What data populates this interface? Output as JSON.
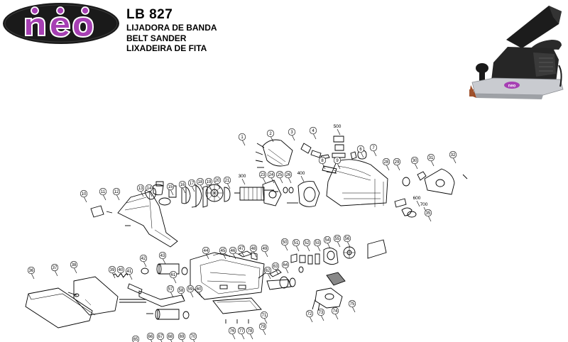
{
  "brand": {
    "logo_text": "neo",
    "colors": {
      "oval": "#1a1a1a",
      "letters": "#a63fb3",
      "outline": "#ffffff"
    }
  },
  "header": {
    "model": "LB 827",
    "title_es": "LIJADORA DE BANDA",
    "title_en": "BELT SANDER",
    "title_pt": "LIXADEIRA DE FITA"
  },
  "photo": {
    "icon": "belt-sander-photo",
    "badge_text": "neo"
  },
  "diagram": {
    "callouts": [
      "1",
      "2",
      "3",
      "4",
      "500",
      "6",
      "7",
      "8",
      "9",
      "10",
      "11",
      "12",
      "13",
      "14",
      "15",
      "16",
      "17",
      "18",
      "19",
      "20",
      "21",
      "300",
      "23",
      "24",
      "25",
      "26",
      "400",
      "28",
      "29",
      "30",
      "31",
      "32",
      "600",
      "700",
      "35",
      "36",
      "37",
      "38",
      "39",
      "40",
      "41",
      "42",
      "43",
      "44",
      "45",
      "46",
      "47",
      "48",
      "49",
      "50",
      "51",
      "52",
      "53",
      "54",
      "55",
      "56",
      "57",
      "58",
      "59",
      "60",
      "61",
      "62",
      "63",
      "64",
      "65",
      "66",
      "67",
      "68",
      "69",
      "70",
      "71",
      "72",
      "73",
      "74",
      "75",
      "76",
      "77",
      "78",
      "79"
    ]
  }
}
